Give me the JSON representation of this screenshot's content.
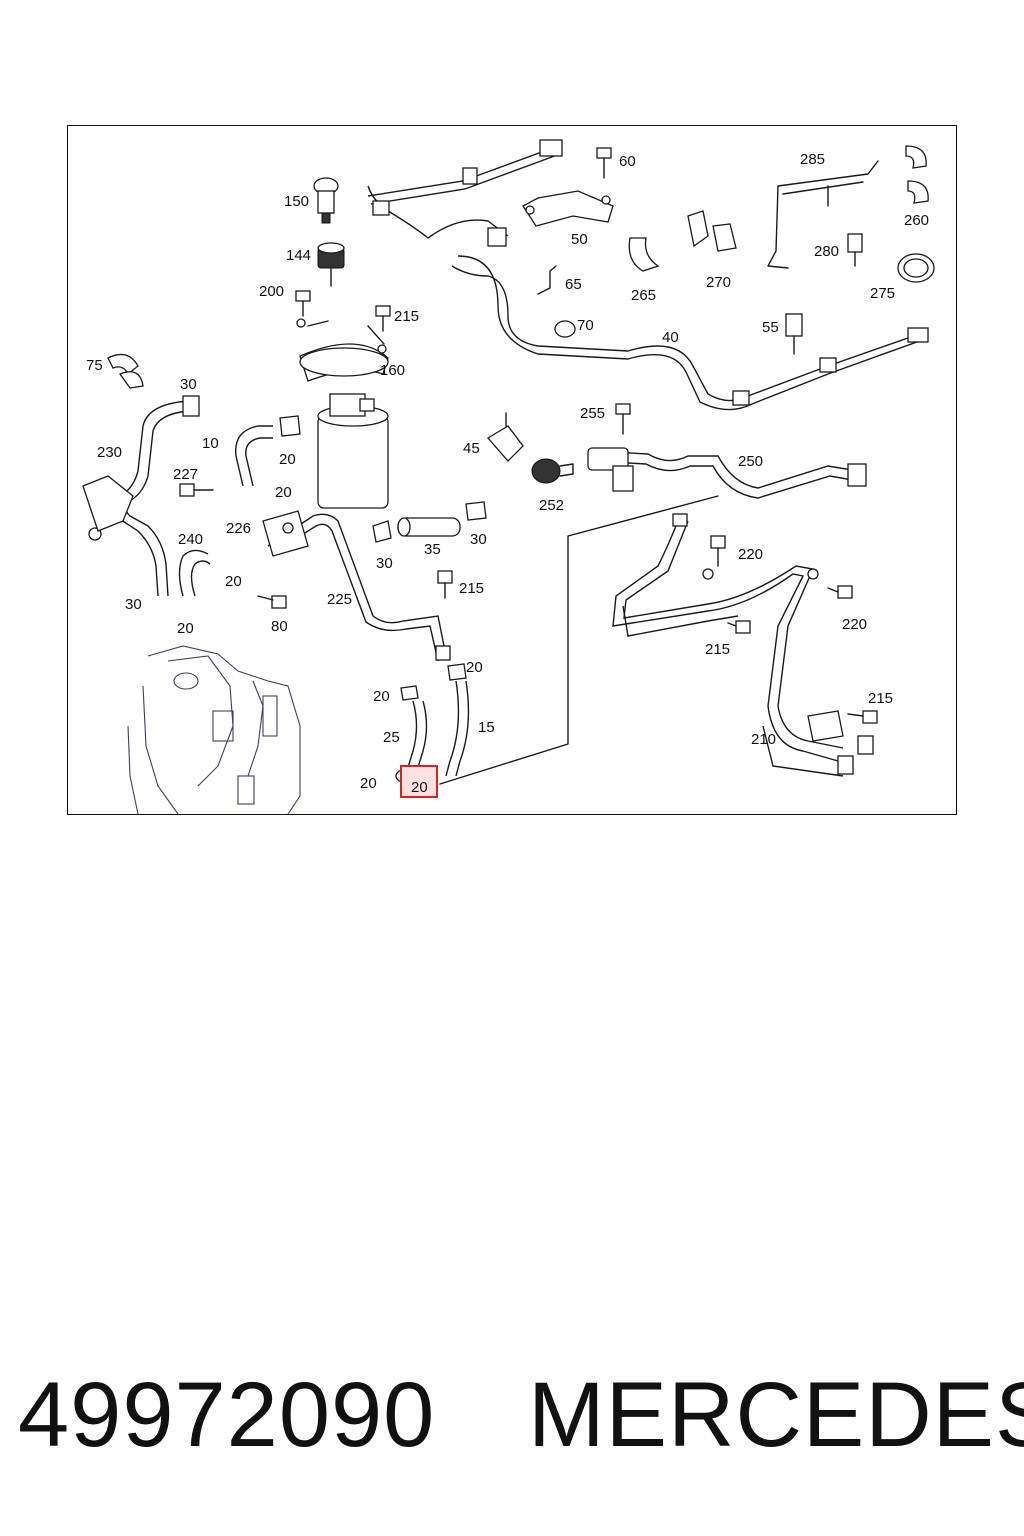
{
  "diagram": {
    "callouts": {
      "c150": "150",
      "c144": "144",
      "c200": "200",
      "c215a": "215",
      "c160": "160",
      "c60": "60",
      "c50": "50",
      "c65": "65",
      "c265": "265",
      "c270": "270",
      "c285": "285",
      "c260": "260",
      "c280": "280",
      "c275": "275",
      "c70": "70",
      "c40": "40",
      "c55": "55",
      "c75": "75",
      "c30a": "30",
      "c230": "230",
      "c10": "10",
      "c20a": "20",
      "c227": "227",
      "c20b": "20",
      "c45": "45",
      "c255": "255",
      "c252": "252",
      "c250": "250",
      "c226": "226",
      "c240": "240",
      "c20c": "20",
      "c30b": "30",
      "c35": "35",
      "c30c": "30",
      "c30d": "30",
      "c80": "80",
      "c20d": "20",
      "c225": "225",
      "c215b": "215",
      "c220a": "220",
      "c220b": "220",
      "c215c": "215",
      "c20e": "20",
      "c20f": "20",
      "c25": "25",
      "c15": "15",
      "c20g": "20",
      "c20-highlighted": "20",
      "c215d": "215",
      "c210": "210"
    }
  },
  "footer": {
    "part_number": "49972090",
    "brand": "MERCEDES"
  },
  "colors": {
    "highlight_fill": "#fde0e0",
    "highlight_stroke": "#e02020"
  }
}
